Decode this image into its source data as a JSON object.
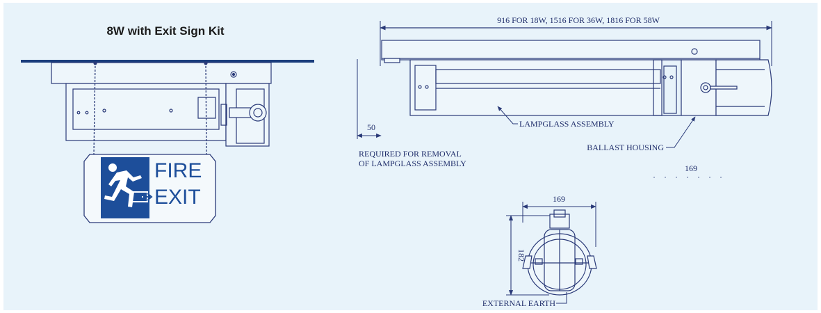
{
  "left": {
    "title": "8W with Exit Sign Kit",
    "sign": {
      "line1": "FIRE",
      "line2": "EXIT"
    }
  },
  "right": {
    "dimension_top": "916 FOR 18W, 1516 FOR 36W, 1816 FOR 58W",
    "dimension_clearance": "50",
    "note_line1": "REQUIRED FOR REMOVAL",
    "note_line2": "OF LAMPGLASS ASSEMBLY",
    "label_lampglass": "LAMPGLASS ASSEMBLY",
    "label_ballast": "BALLAST HOUSING",
    "stray_169": "169"
  },
  "end_view": {
    "width": "169",
    "height": "182",
    "label_earth": "EXTERNAL EARTH"
  },
  "colors": {
    "background": "#e8f3fa",
    "line": "#2a3a78",
    "ceiling": "#1a3d7c",
    "sign_blue": "#1d4e9a"
  }
}
